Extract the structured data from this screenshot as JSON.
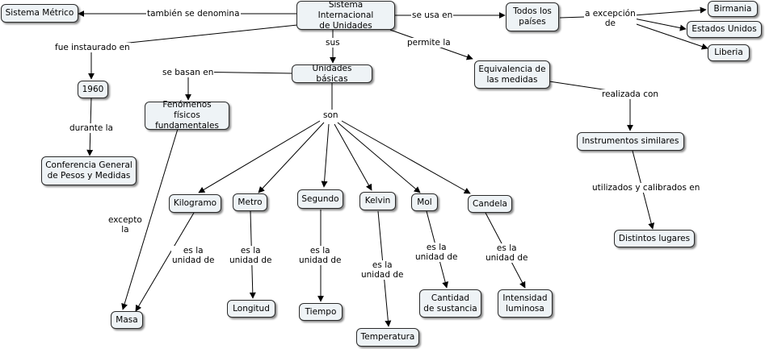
{
  "nodes": {
    "si": "Sistema Internacional\nde Unidades",
    "sm": "Sistema Métrico",
    "todos": "Todos los\npaíses",
    "birmania": "Birmania",
    "eeuu": "Estados Unidos",
    "liberia": "Liberia",
    "y1960": "1960",
    "conferencia": "Conferencia General\nde Pesos y Medidas",
    "fenomenos": "Fenómenos físicos\nfundamentales",
    "unidades": "Unidades básicas",
    "equivalencia": "Equivalencia de\nlas medidas",
    "instrumentos": "Instrumentos similares",
    "lugares": "Distintos lugares",
    "kilogramo": "Kilogramo",
    "metro": "Metro",
    "segundo": "Segundo",
    "kelvin": "Kelvin",
    "mol": "Mol",
    "candela": "Candela",
    "masa": "Masa",
    "longitud": "Longitud",
    "tiempo": "Tiempo",
    "temperatura": "Temperatura",
    "cantidad": "Cantidad\nde sustancia",
    "intensidad": "Intensidad\nluminosa"
  },
  "links": {
    "tambien": "también se denomina",
    "usa": "se usa en",
    "excepcion": "a excepción\nde",
    "fue": "fue instaurado en",
    "durante": "durante la",
    "sus": "sus",
    "permite": "permite la",
    "basan": "se basan en",
    "son": "son",
    "realizada": "realizada con",
    "utilizados": "utilizados y calibrados en",
    "excepto": "excepto\nla",
    "es_kg": "es la\nunidad de",
    "es_m": "es la\nunidad de",
    "es_s": "es la\nunidad de",
    "es_k": "es la\nunidad de",
    "es_mol": "es la\nunidad de",
    "es_cd": "es la\nunidad de"
  },
  "colors": {
    "node_fill": "#eef3f6",
    "node_border": "#2a2a2a",
    "line": "#000000"
  }
}
